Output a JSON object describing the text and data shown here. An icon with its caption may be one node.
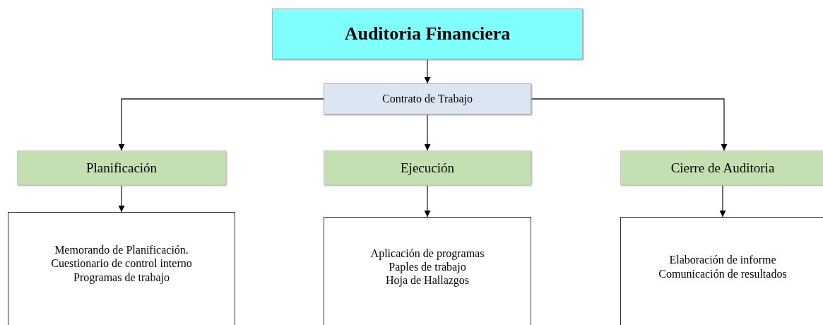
{
  "diagram": {
    "nodes": [
      {
        "text": [
          "Auditoria Financiera"
        ]
      },
      {
        "text": [
          "Contrato de Trabajo"
        ]
      },
      {
        "text": [
          "Planificación"
        ]
      },
      {
        "text": [
          "Ejecución"
        ]
      },
      {
        "text": [
          "Cierre de Auditoria"
        ]
      },
      {
        "text": [
          "Memorando de Planificación.",
          "Cuestionario de control interno",
          "Programas de trabajo"
        ]
      },
      {
        "text": [
          "Aplicación de programas",
          "Paples de trabajo",
          "Hoja de Hallazgos"
        ]
      },
      {
        "text": [
          "Elaboración de informe",
          "Comunicación de resultados"
        ]
      }
    ],
    "edges": [
      {
        "from": 0,
        "to": 1,
        "arrow": "to"
      },
      {
        "from": 1,
        "to": 2,
        "arrow": "to"
      },
      {
        "from": 1,
        "to": 3,
        "arrow": "to"
      },
      {
        "from": 1,
        "to": 4,
        "arrow": "to"
      },
      {
        "from": 2,
        "to": 5,
        "arrow": "to"
      },
      {
        "from": 3,
        "to": 6,
        "arrow": "to"
      },
      {
        "from": 4,
        "to": 7,
        "arrow": "to"
      }
    ]
  }
}
